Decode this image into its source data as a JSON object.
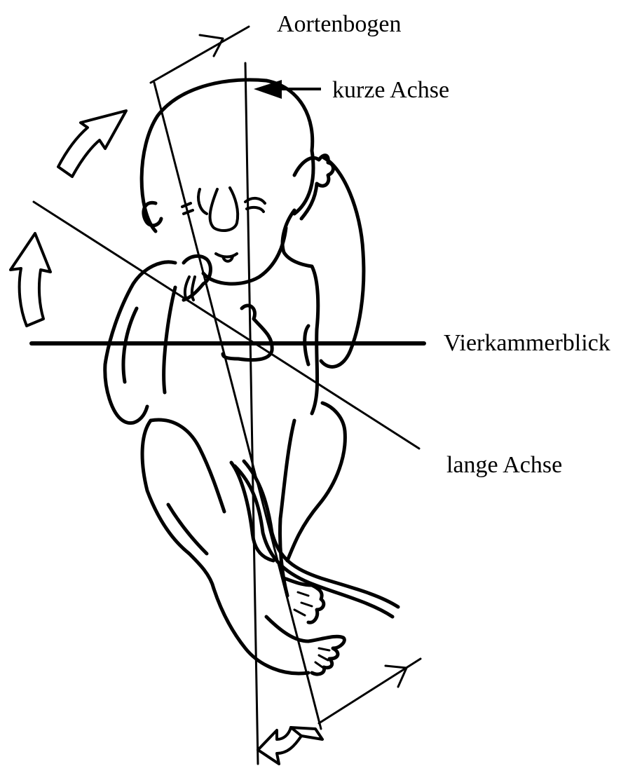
{
  "labels": {
    "aortic_arch": "Aortenbogen",
    "short_axis": "kurze Achse",
    "four_chamber_view": "Vierkammerblick",
    "long_axis": "lange Achse"
  },
  "colors": {
    "ink": "#000000",
    "background": "#ffffff"
  }
}
